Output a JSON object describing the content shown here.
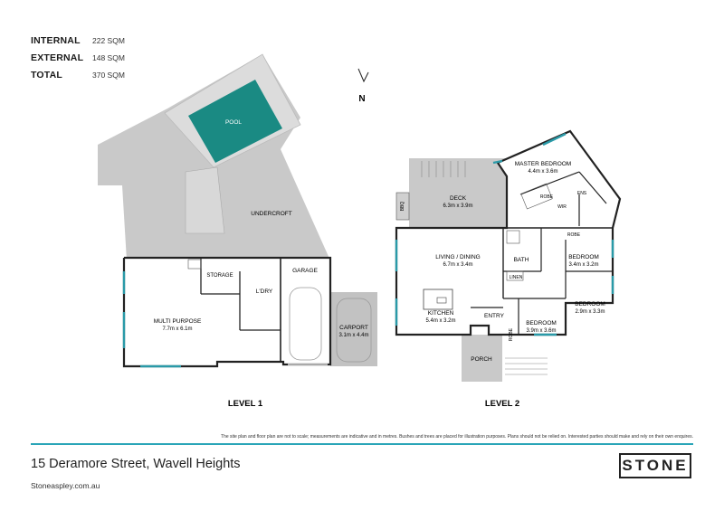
{
  "areas": [
    {
      "label": "INTERNAL",
      "value": "222 SQM"
    },
    {
      "label": "EXTERNAL",
      "value": "148 SQM"
    },
    {
      "label": "TOTAL",
      "value": "370 SQM"
    }
  ],
  "north": "N",
  "level1": {
    "title": "LEVEL 1",
    "pool": "POOL",
    "undercroft": "UNDERCROFT",
    "storage": "STORAGE",
    "laundry": "L'DRY",
    "garage": "GARAGE",
    "multi_purpose": {
      "name": "MULTI PURPOSE",
      "dims": "7.7m x 6.1m"
    },
    "carport": {
      "name": "CARPORT",
      "dims": "3.1m x 4.4m"
    }
  },
  "level2": {
    "title": "LEVEL 2",
    "deck": {
      "name": "DECK",
      "dims": "6.3m x 3.9m"
    },
    "bbq": "BBQ",
    "master_bedroom": {
      "name": "MASTER BEDROOM",
      "dims": "4.4m x 3.6m"
    },
    "robe1": "ROBE",
    "ens": "ENS",
    "wir": "WIR",
    "robe2": "ROBE",
    "living_dining": {
      "name": "LIVING / DINING",
      "dims": "6.7m x 3.4m"
    },
    "bath": "BATH",
    "linen": "LINEN",
    "bedroom_a": {
      "name": "BEDROOM",
      "dims": "3.4m x 3.2m"
    },
    "bedroom_b": {
      "name": "BEDROOM",
      "dims": "2.9m x 3.3m"
    },
    "bedroom_c": {
      "name": "BEDROOM",
      "dims": "3.9m x 3.6m"
    },
    "robe3": "ROBE",
    "kitchen": {
      "name": "KITCHEN",
      "dims": "5.4m x 3.2m"
    },
    "entry": "ENTRY",
    "porch": "PORCH"
  },
  "disclaimer": "The site plan and floor plan are not to scale; measurements are indicative and in metres. Bushes and trees are placed for illustration purposes. Plans should not be relied on. Interested parties should make and rely on their own enquires.",
  "address": "15 Deramore Street, Wavell Heights",
  "website": "Stoneaspley.com.au",
  "logo": "STONE",
  "colors": {
    "pool": "#1a8a83",
    "grey_area": "#c8c8c8",
    "window": "#2a9aa8",
    "rule": "#2aa5b8"
  }
}
